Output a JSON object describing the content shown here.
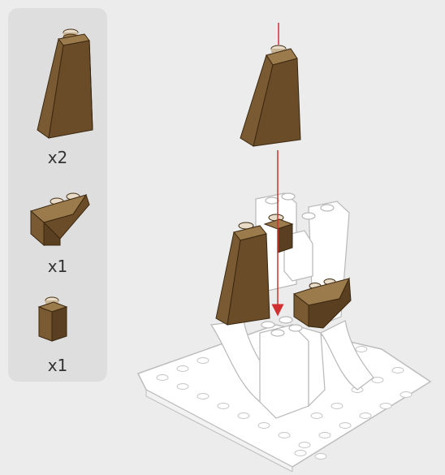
{
  "parts": [
    {
      "icon": "slope-brick-1x2x3-icon",
      "qty": "x2"
    },
    {
      "icon": "slope-brick-1x2-icon",
      "qty": "x1"
    },
    {
      "icon": "brick-1x1-icon",
      "qty": "x1"
    }
  ],
  "colors": {
    "brick_brown": "#7a5a32",
    "brick_brown_dark": "#5a4020",
    "brick_brown_light": "#9b7a4c",
    "panel_bg": "#dedede",
    "background": "#ececec",
    "arrow": "#d23030"
  }
}
